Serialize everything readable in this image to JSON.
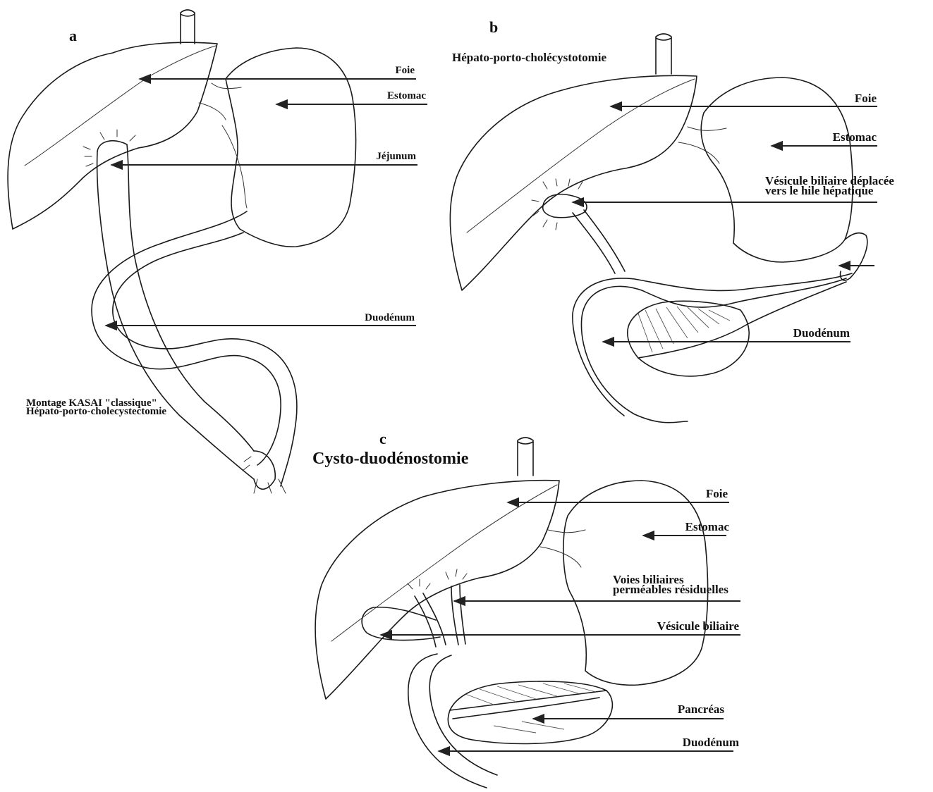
{
  "panel_a": {
    "letter": "a",
    "foie": "Foie",
    "estomac": "Estomac",
    "jejunum": "Jéjunum",
    "duodenum": "Duodénum",
    "caption_line1": "Montage KASAI \"classique\"",
    "caption_line2": "Hépato-porto-cholecystectomie"
  },
  "panel_b": {
    "letter": "b",
    "title": "Hépato-porto-cholécystotomie",
    "foie": "Foie",
    "estomac": "Estomac",
    "vesicule_line1": "Vésicule biliaire déplacée",
    "vesicule_line2": "vers le hile hépatique",
    "duodenum": "Duodénum"
  },
  "panel_c": {
    "letter": "c",
    "title": "Cysto-duodénostomie",
    "foie": "Foie",
    "estomac": "Estomac",
    "voies_line1": "Voies biliaires",
    "voies_line2": "perméables résiduelles",
    "vesicule": "Vésicule biliaire",
    "pancreas": "Pancréas",
    "duodenum": "Duodénum"
  }
}
